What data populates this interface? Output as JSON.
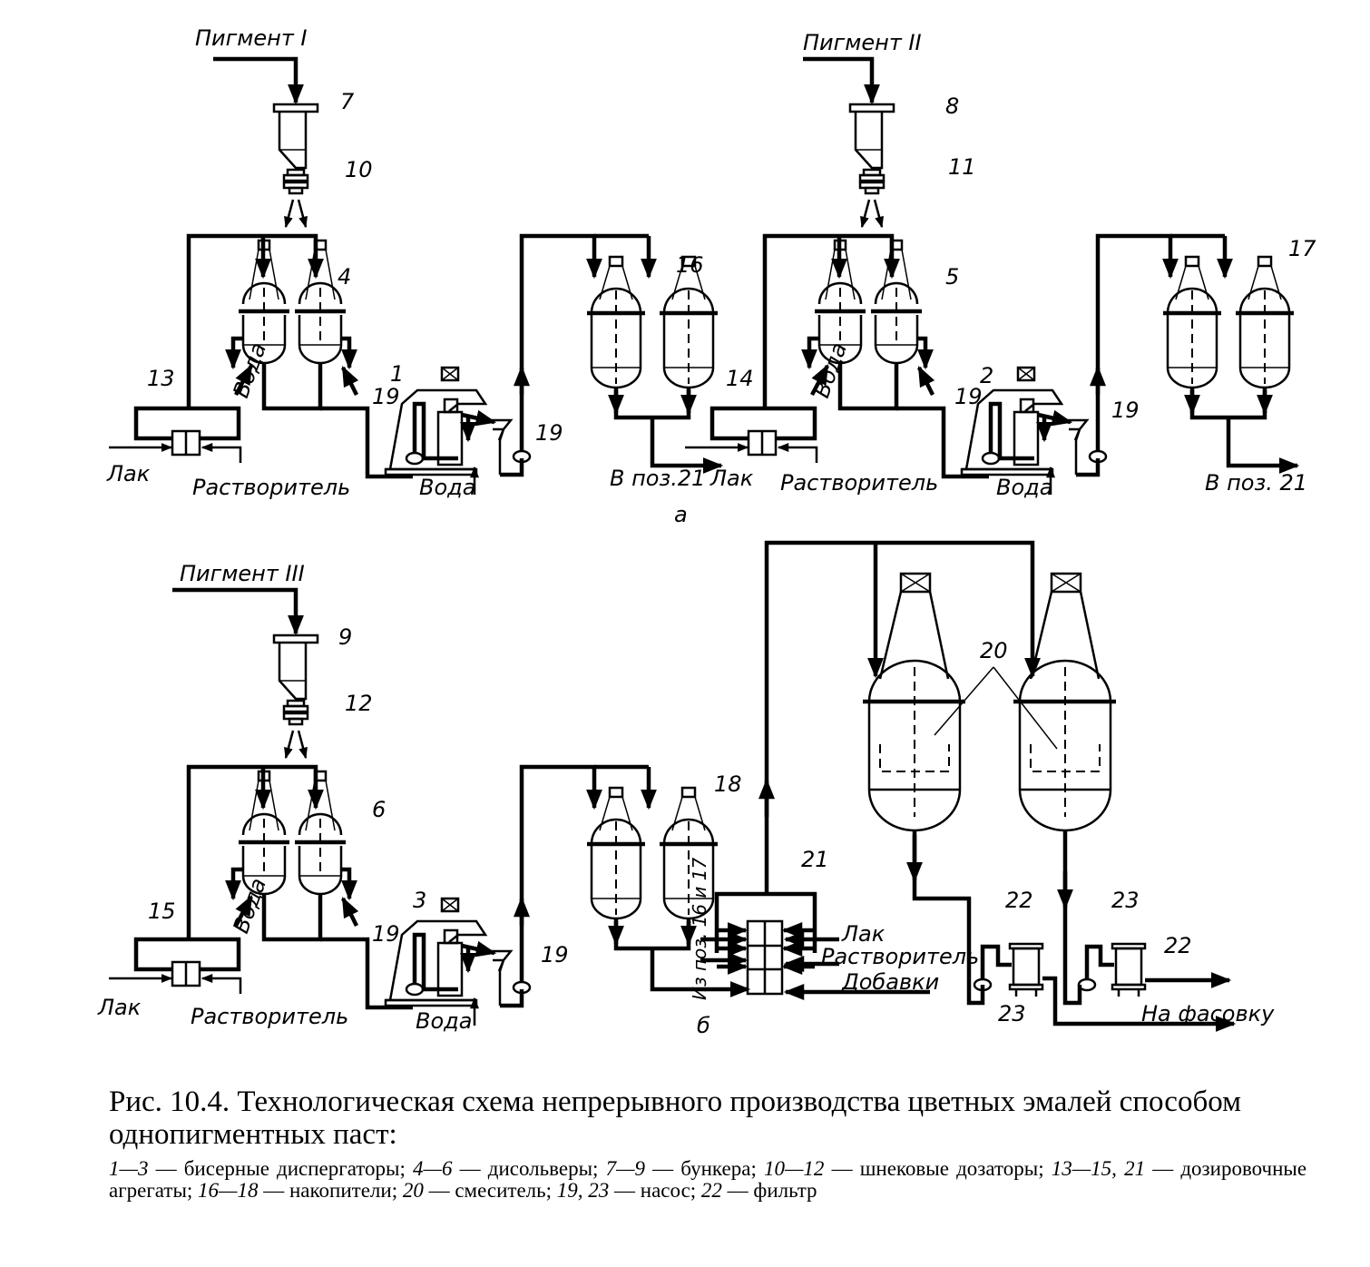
{
  "figure": {
    "number": "Рис. 10.4.",
    "title": "Технологическая схема непрерывного производства цветных эмалей способом однопигментных паст:",
    "legend": [
      {
        "ids": "1—3",
        "text": "бисерные диспергаторы"
      },
      {
        "ids": "4—6",
        "text": "дисольверы"
      },
      {
        "ids": "7—9",
        "text": "бункера"
      },
      {
        "ids": "10—12",
        "text": "шнековые дозаторы"
      },
      {
        "ids": "13—15, 21",
        "text": "дозировочные агрегаты"
      },
      {
        "ids": "16—18",
        "text": "накопители"
      },
      {
        "ids": "20",
        "text": "смеситель"
      },
      {
        "ids": "19, 23",
        "text": "насос"
      },
      {
        "ids": "22",
        "text": "фильтр"
      }
    ]
  },
  "panels": {
    "a": "а",
    "b": "б"
  },
  "lines": [
    {
      "pigment": "Пигмент I",
      "hopper": "7",
      "doser": "10",
      "dissolvers": "4",
      "dosing_unit": "13",
      "dispergator": "1",
      "pump": "19",
      "pump2": "19",
      "storage": "16",
      "lak": "Лак",
      "solvent": "Растворитель",
      "water_dissolver": "Вода",
      "water_disp": "Вода",
      "out": "В поз.21"
    },
    {
      "pigment": "Пигмент II",
      "hopper": "8",
      "doser": "11",
      "dissolvers": "5",
      "dosing_unit": "14",
      "dispergator": "2",
      "pump": "19",
      "pump2": "19",
      "storage": "17",
      "lak": "Лак",
      "solvent": "Растворитель",
      "water_dissolver": "Вода",
      "water_disp": "Вода",
      "out": "В поз. 21"
    },
    {
      "pigment": "Пигмент III",
      "hopper": "9",
      "doser": "12",
      "dissolvers": "6",
      "dosing_unit": "15",
      "dispergator": "3",
      "pump": "19",
      "pump2": "19",
      "storage": "18",
      "lak": "Лак",
      "solvent": "Растворитель",
      "water_dissolver": "Вода",
      "water_disp": "Вода"
    }
  ],
  "mixing": {
    "unit": "21",
    "from_label": "Из поз. 16 и 17",
    "lak": "Лак",
    "solvent": "Растворитель",
    "additives": "Добавки",
    "mixer": "20",
    "filter_left": "22",
    "filter_right": "22",
    "pump_left": "23",
    "pump_right": "23",
    "out": "На фасовку"
  }
}
